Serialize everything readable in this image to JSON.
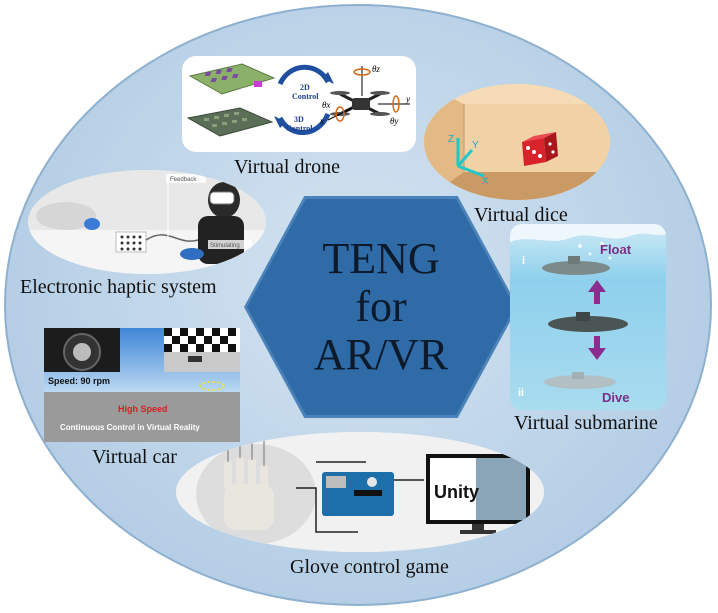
{
  "center": {
    "line1": "TENG",
    "line2": "for",
    "line3": "AR/VR"
  },
  "drone": {
    "caption": "Virtual drone",
    "label_2d_line1": "2D",
    "label_2d_line2": "Control",
    "label_3d_line1": "3D",
    "label_3d_line2": "Control",
    "axis_z": "θz",
    "axis_x": "θx",
    "axis_y": "θy",
    "axis_x_letter": "x",
    "axis_y_letter": "y"
  },
  "dice": {
    "caption": "Virtual dice",
    "axis_z": "Z",
    "axis_y": "Y",
    "axis_x": "X"
  },
  "haptic": {
    "caption": "Electronic haptic system",
    "label_feedback": "Feedback",
    "label_stimulating": "Stimulating"
  },
  "submarine": {
    "caption": "Virtual submarine",
    "label_float": "Float",
    "label_dive": "Dive",
    "label_i": "i",
    "label_ii": "ii"
  },
  "car": {
    "caption": "Virtual car",
    "speed": "Speed: 90 rpm",
    "high_speed": "High Speed",
    "continuous": "Continuous Control in Virtual Reality"
  },
  "glove": {
    "caption": "Glove control game",
    "unity": "Unity"
  },
  "colors": {
    "ellipse": "#bcd3e8",
    "hexagon": "#2f6ba6",
    "arrow_blue": "#1f4fa0",
    "arrow_purple": "#8a2d8f",
    "dice_red": "#d8232a"
  }
}
